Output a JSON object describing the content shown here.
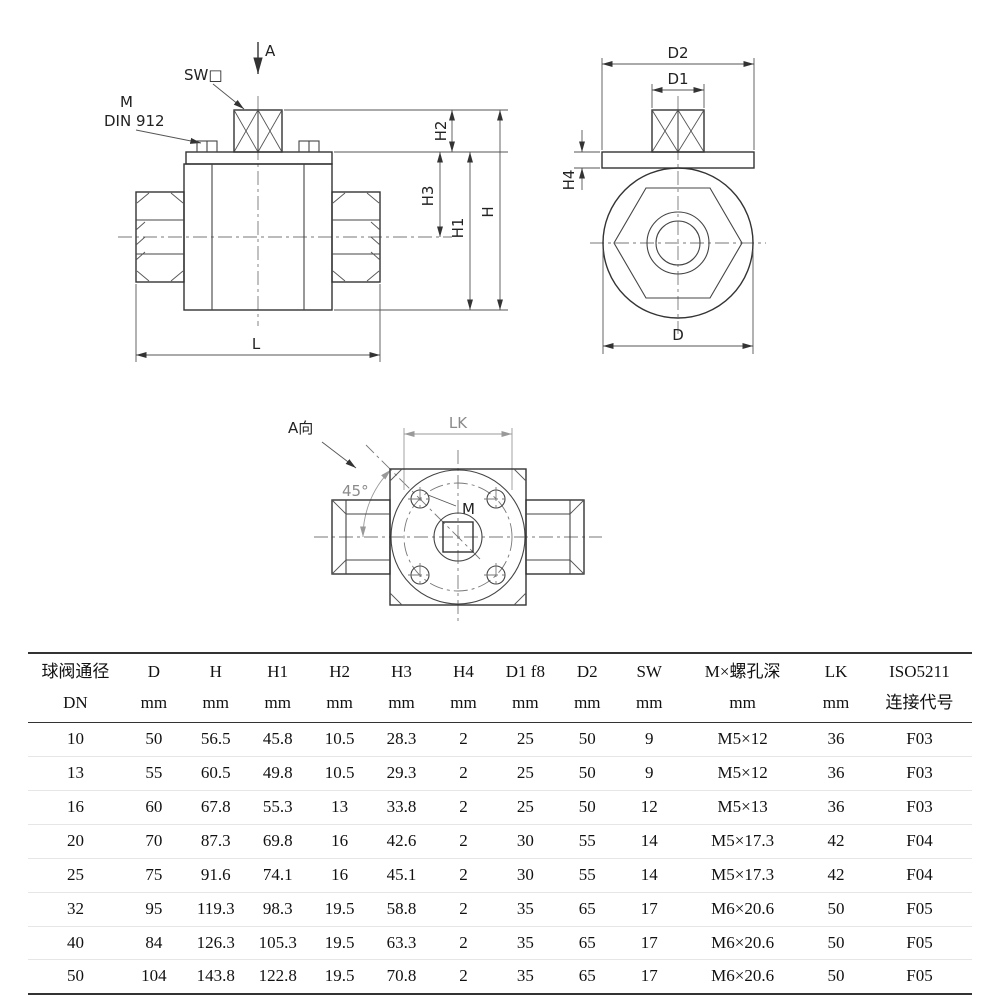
{
  "page": {
    "background": "#ffffff",
    "line_color": "#333333"
  },
  "drawing": {
    "front_view": {
      "view_arrow": "A",
      "sw_label": "SW□",
      "m_label": "M",
      "din_label": "DIN 912",
      "dim_h2": "H2",
      "dim_h3": "H3",
      "dim_h1": "H1",
      "dim_h": "H",
      "dim_l": "L"
    },
    "side_view": {
      "dim_d2": "D2",
      "dim_d1": "D1",
      "dim_h4": "H4",
      "dim_d": "D"
    },
    "top_view": {
      "view_label": "A向",
      "angle_label": "45°",
      "dim_lk": "LK",
      "m_label": "M"
    }
  },
  "table": {
    "header_row1": [
      "球阀通径",
      "D",
      "H",
      "H1",
      "H2",
      "H3",
      "H4",
      "D1 f8",
      "D2",
      "SW",
      "M×螺孔深",
      "LK",
      "ISO5211"
    ],
    "header_row2": [
      "DN",
      "mm",
      "mm",
      "mm",
      "mm",
      "mm",
      "mm",
      "mm",
      "mm",
      "mm",
      "mm",
      "mm",
      "连接代号"
    ],
    "rows": [
      [
        "10",
        "50",
        "56.5",
        "45.8",
        "10.5",
        "28.3",
        "2",
        "25",
        "50",
        "9",
        "M5×12",
        "36",
        "F03"
      ],
      [
        "13",
        "55",
        "60.5",
        "49.8",
        "10.5",
        "29.3",
        "2",
        "25",
        "50",
        "9",
        "M5×12",
        "36",
        "F03"
      ],
      [
        "16",
        "60",
        "67.8",
        "55.3",
        "13",
        "33.8",
        "2",
        "25",
        "50",
        "12",
        "M5×13",
        "36",
        "F03"
      ],
      [
        "20",
        "70",
        "87.3",
        "69.8",
        "16",
        "42.6",
        "2",
        "30",
        "55",
        "14",
        "M5×17.3",
        "42",
        "F04"
      ],
      [
        "25",
        "75",
        "91.6",
        "74.1",
        "16",
        "45.1",
        "2",
        "30",
        "55",
        "14",
        "M5×17.3",
        "42",
        "F04"
      ],
      [
        "32",
        "95",
        "119.3",
        "98.3",
        "19.5",
        "58.8",
        "2",
        "35",
        "65",
        "17",
        "M6×20.6",
        "50",
        "F05"
      ],
      [
        "40",
        "84",
        "126.3",
        "105.3",
        "19.5",
        "63.3",
        "2",
        "35",
        "65",
        "17",
        "M6×20.6",
        "50",
        "F05"
      ],
      [
        "50",
        "104",
        "143.8",
        "122.8",
        "19.5",
        "70.8",
        "2",
        "35",
        "65",
        "17",
        "M6×20.6",
        "50",
        "F05"
      ]
    ]
  }
}
